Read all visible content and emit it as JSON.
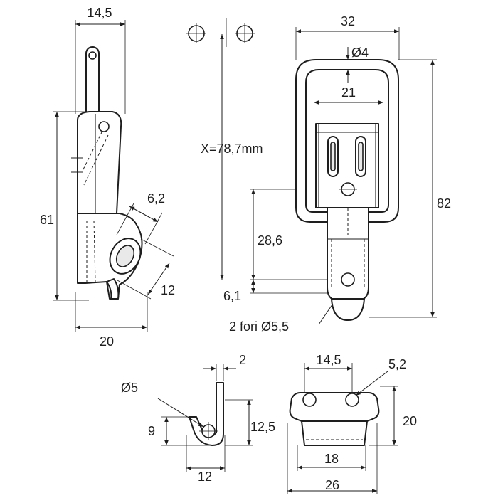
{
  "side_view": {
    "width_top": "14,5",
    "height": "61",
    "hole_dia": "6,2",
    "slot_width": "12",
    "base_width": "20"
  },
  "front_view": {
    "width": "32",
    "wire_dia": "Ø4",
    "inner_width": "21",
    "height": "82",
    "x_label": "X=78,7mm",
    "hole_spacing": "28,6",
    "hole_offset": "6,1",
    "holes_note": "2 fori Ø5,5"
  },
  "catch_side": {
    "thickness": "2",
    "hole_dia": "Ø5",
    "hook_height": "9",
    "height": "12,5",
    "width": "12"
  },
  "catch_front": {
    "hole_spacing": "14,5",
    "hole_dia": "5,2",
    "height": "20",
    "inner_width": "18",
    "width": "26"
  },
  "colors": {
    "line": "#1e1e1e",
    "background": "#ffffff",
    "shade": "#e9e9e9"
  }
}
